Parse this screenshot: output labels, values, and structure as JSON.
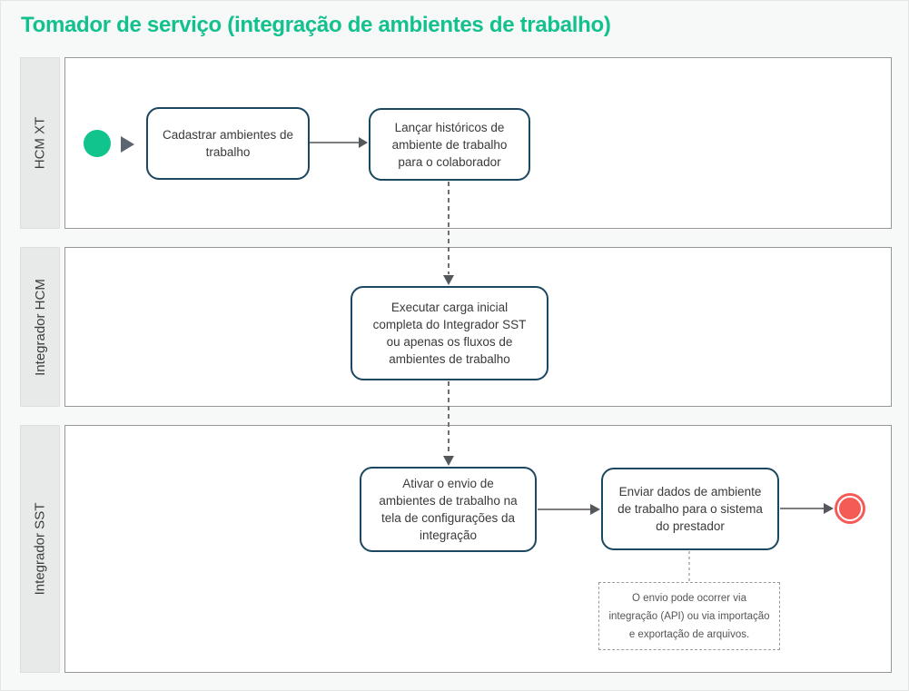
{
  "title": "Tomador de serviço (integração de ambientes de trabalho)",
  "lanes": [
    {
      "label": "HCM XT"
    },
    {
      "label": "Integrador HCM"
    },
    {
      "label": "Integrador SST"
    }
  ],
  "nodes": {
    "task_cadastrar": [
      "Cadastrar ambientes de",
      "trabalho"
    ],
    "task_lancar": [
      "Lançar históricos de",
      "ambiente de trabalho",
      "para o colaborador"
    ],
    "task_executar": [
      "Executar carga inicial",
      "completa do Integrador SST",
      "ou apenas os fluxos de",
      "ambientes de trabalho"
    ],
    "task_ativar": [
      "Ativar o envio de",
      "ambientes de trabalho na",
      "tela de configurações da",
      "integração"
    ],
    "task_enviar": [
      "Enviar dados de ambiente",
      "de trabalho para o sistema",
      "do prestador"
    ],
    "annotation": [
      "O envio pode ocorrer via",
      "integração (API) ou via importação",
      "e exportação de arquivos."
    ]
  },
  "colors": {
    "title_green": "#12c18e",
    "start_event_green": "#11c48e",
    "end_event_red": "#f35b57",
    "task_border_navy": "#1b4860",
    "connector_gray": "#7d7d7d",
    "lane_strip_gray": "#e8eaea",
    "background": "#f7f8f8"
  }
}
